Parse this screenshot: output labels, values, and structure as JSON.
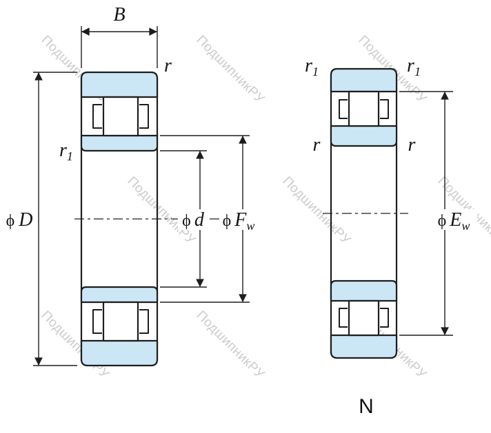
{
  "colors": {
    "part_fill": "#cbe6f5",
    "watermark": "#c7c7c7",
    "line": "#1d1d1d"
  },
  "watermark": {
    "text": "ПодшипникРУ"
  },
  "labels": {
    "B": "B",
    "r": "r",
    "r1": {
      "main": "r",
      "sub": "1"
    },
    "type": "N"
  },
  "dims": {
    "D": {
      "phi": "ϕ",
      "main": "D"
    },
    "d": {
      "phi": "ϕ",
      "main": "d"
    },
    "Fw": {
      "phi": "ϕ",
      "main": "F",
      "sub": "w"
    },
    "Ew": {
      "phi": "ϕ",
      "main": "E",
      "sub": "w"
    }
  }
}
